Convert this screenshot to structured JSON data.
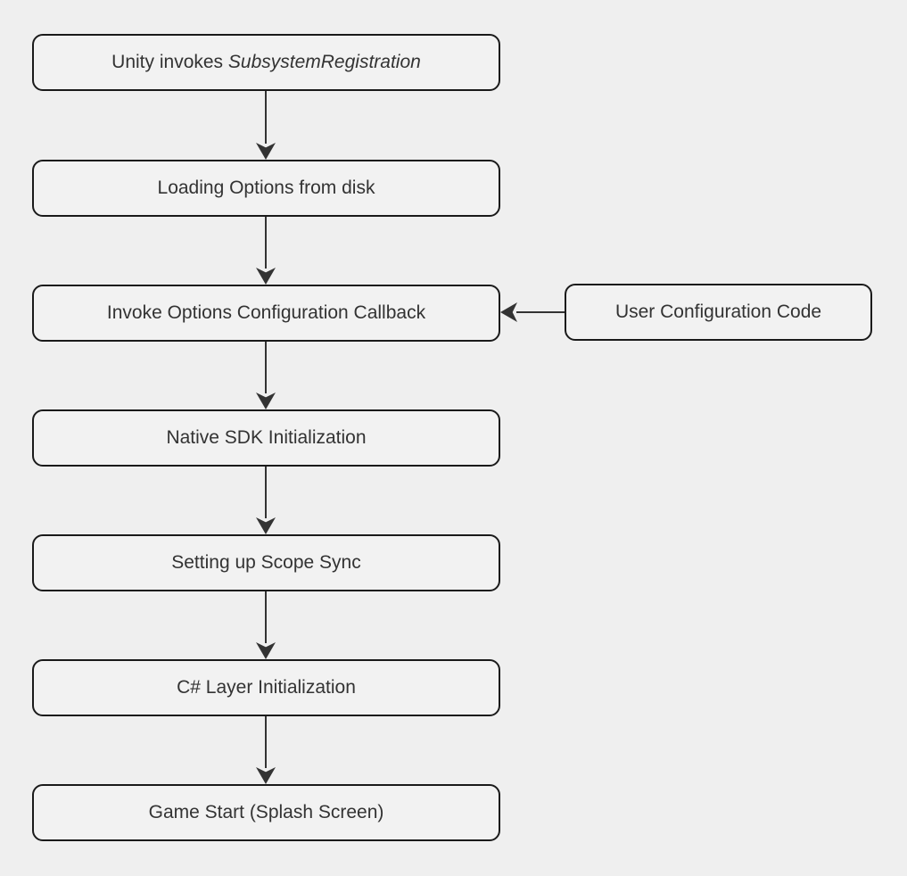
{
  "diagram": {
    "type": "flowchart",
    "background_color": "#efefef",
    "node_fill_color": "#f2f2f2",
    "node_border_color": "#1a1a1a",
    "arrow_color": "#333333",
    "text_color": "#333333",
    "nodes": {
      "unity_invokes": {
        "text_normal": "Unity invokes ",
        "text_italic": "SubsystemRegistration"
      },
      "loading_options": {
        "label": "Loading Options from disk"
      },
      "invoke_callback": {
        "label": "Invoke Options Configuration Callback"
      },
      "user_config": {
        "label": "User Configuration Code"
      },
      "native_sdk": {
        "label": "Native SDK Initialization"
      },
      "scope_sync": {
        "label": "Setting up Scope Sync"
      },
      "csharp_layer": {
        "label": "C# Layer Initialization"
      },
      "game_start": {
        "label": "Game Start (Splash Screen)"
      }
    },
    "edges": [
      {
        "from": "unity_invokes",
        "to": "loading_options",
        "direction": "down"
      },
      {
        "from": "loading_options",
        "to": "invoke_callback",
        "direction": "down"
      },
      {
        "from": "user_config",
        "to": "invoke_callback",
        "direction": "left"
      },
      {
        "from": "invoke_callback",
        "to": "native_sdk",
        "direction": "down"
      },
      {
        "from": "native_sdk",
        "to": "scope_sync",
        "direction": "down"
      },
      {
        "from": "scope_sync",
        "to": "csharp_layer",
        "direction": "down"
      },
      {
        "from": "csharp_layer",
        "to": "game_start",
        "direction": "down"
      }
    ]
  }
}
